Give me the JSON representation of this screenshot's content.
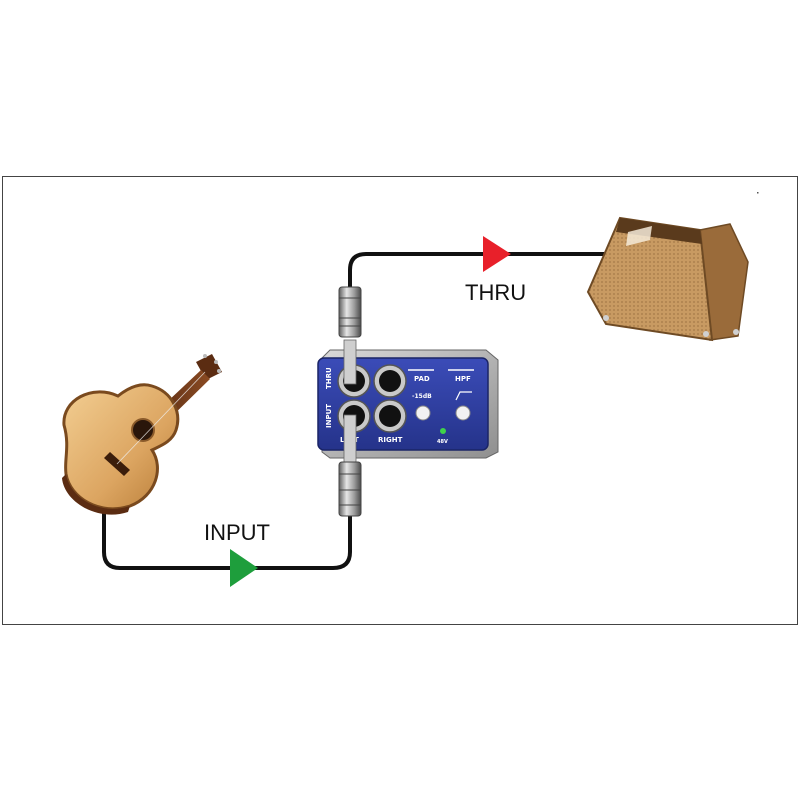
{
  "labels": {
    "input": "INPUT",
    "thru": "THRU"
  },
  "di_box": {
    "row_thru": "THRU",
    "row_input": "INPUT",
    "jack_left": "LEFT",
    "jack_right": "RIGHT",
    "pad_label": "PAD",
    "pad_value": "-15dB",
    "hpf_label": "HPF",
    "phantom_label": "48V"
  },
  "colors": {
    "input_arrow": "#1e9e3c",
    "thru_arrow": "#e8202a",
    "cable": "#111111",
    "di_panel": "#2f3f9e",
    "frame": "#444444"
  },
  "icons": {
    "guitar": "acoustic-guitar-icon",
    "amp": "acoustic-amplifier-icon",
    "di": "di-box-icon"
  }
}
